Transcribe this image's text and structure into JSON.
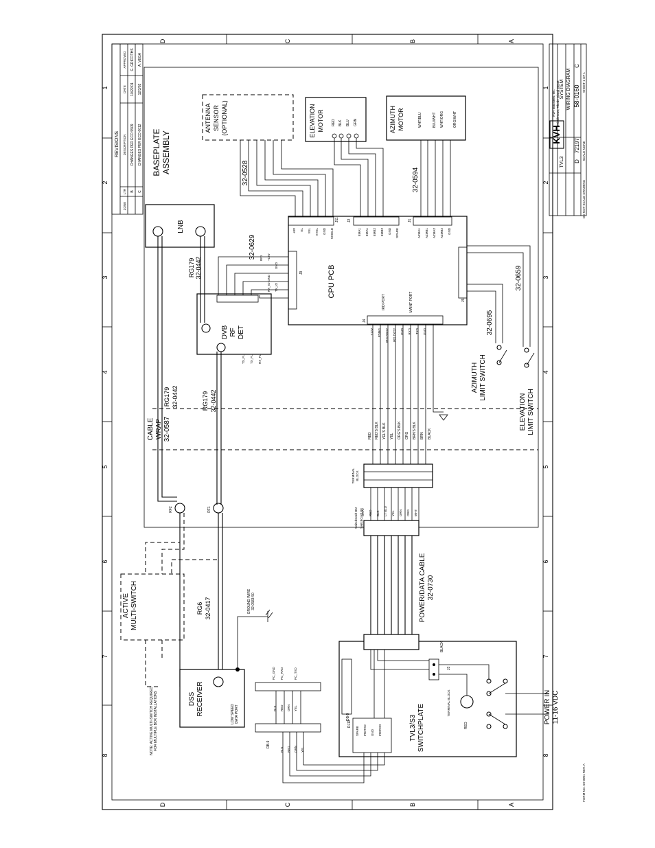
{
  "title_block": {
    "company": "KVH",
    "company_lines": [
      "KVH Industries, Inc.",
      "Middletown, Rhode Island 02842"
    ],
    "product": "TVL3",
    "sheet_title_1": "SYSTEM",
    "sheet_title_2": "WIRING DIAGRAM",
    "size": "D",
    "cage": "72197",
    "drawing_no": "58-0160",
    "rev": "C",
    "scale": "SCALE NONE",
    "sheet": "SHEET 1 OF 1",
    "footer": "DO NOT SCALE DRAWING",
    "form_no": "FORM NO. 50-0001 REV. A"
  },
  "revisions": {
    "header": "REVISIONS",
    "columns": [
      "ZONE",
      "LTR",
      "DESCRIPTION",
      "DATE",
      "APPROVED"
    ],
    "rows": [
      [
        "",
        "B",
        "CHANGES PER ECO 5509",
        "10/22/01",
        "G. GRIFFITHS"
      ],
      [
        "",
        "C",
        "CHANGES PER ECO 6012",
        "12/3/02",
        "A. VEGA"
      ]
    ]
  },
  "grid": {
    "numbers": [
      "1",
      "2",
      "3",
      "4",
      "5",
      "6",
      "7",
      "8"
    ],
    "letters": [
      "D",
      "C",
      "B",
      "A"
    ]
  },
  "labels": {
    "baseplate": [
      "BASEPLATE",
      "ASSEMBLY"
    ],
    "antenna_sensor": [
      "ANTENNA",
      "SENSOR",
      "(OPTIONAL)"
    ],
    "elevation_motor": [
      "ELEVATION",
      "MOTOR"
    ],
    "azimuth_motor": [
      "AZIMUTH",
      "MOTOR"
    ],
    "elev_wires": [
      "RED",
      "BLK",
      "BLU",
      "GRN"
    ],
    "az_wires": [
      "WHT/BLU",
      "BLU/WHT",
      "WHT/ORG",
      "ORG/WHT"
    ],
    "lnb": "LNB",
    "cpu_pcb": "CPU PCB",
    "dvb": [
      "DVB",
      "RF",
      "DET"
    ],
    "cable_wrap": [
      "CABLE",
      "WRAP",
      "32-0587"
    ],
    "rg179_a": [
      "RG179",
      "32-0442"
    ],
    "rg179_b": [
      "RG179",
      "32-0442"
    ],
    "rg179_c": [
      "RG179",
      "32-0442"
    ],
    "rg6": [
      "RG6",
      "32-0417"
    ],
    "ground_wire": [
      "GROUND WIRE",
      "32-0583-50"
    ],
    "multiswitch": [
      "ACTIVE",
      "MULTI-SWITCH"
    ],
    "dss": [
      "DSS",
      "RECEIVER"
    ],
    "low_speed": [
      "LOW SPEED",
      "DATA PORT"
    ],
    "power_cable": [
      "POWER/DATA CABLE",
      "32-0730"
    ],
    "switchplate": [
      "TVL3/S3",
      "SWITCHPLATE"
    ],
    "power_in": [
      "POWER IN",
      "11-16 VDC"
    ],
    "az_limit": [
      "AZIMUTH",
      "LIMIT SWITCH"
    ],
    "el_limit": [
      "ELEVATION",
      "LIMIT SWITCH"
    ],
    "cable_0528": "32-0528",
    "cable_0594": "32-0594",
    "cable_0629": "32-0629",
    "cable_0695": "32-0695",
    "cable_0659": "32-0659",
    "note": [
      "NOTE: ACTIVE MULTI-SWITCH REQUIRED",
      "FOR MULTIPLE BOX INSTALLATIONS"
    ],
    "terminal_block": [
      "TERMINAL",
      "BLOCK"
    ],
    "terminal_block_2": "TERMINAL BLOCK",
    "switchcraft_bm": "SwitchCraft BM",
    "switchcraft_bf": "SwitchCraft BF",
    "iro_port": "IRD PORT",
    "maint_port": "MAINT PORT",
    "rj11": "RJ11",
    "db9": "DB-9",
    "j3": "J3",
    "black": "BLACK",
    "red": "RED",
    "rf1": "RF1",
    "rf2": "RF2",
    "j1": "J1",
    "j2": "J2",
    "j4": "J4",
    "j5": "J5",
    "j9": "J9",
    "j11": "J11"
  },
  "j11_pins": [
    "+8V",
    "EL",
    "YEL",
    "XYEL",
    "GND",
    "SHIELD"
  ],
  "j2_pins": [
    "EMA1",
    "EMA1",
    "EMB2",
    "EMB2",
    "GND",
    "SPARE"
  ],
  "j1_pins": [
    "AZMA1",
    "AZMB1",
    "AZMA2",
    "AZMB2",
    "GND"
  ],
  "j9_pins": [
    "RF1",
    "+12V",
    "GND",
    "GND",
    "TX_IO",
    "RX_IO"
  ],
  "j4_pins": [
    "+12V",
    "FDMG",
    "IRD RXD2",
    "IRD TXD2",
    "GND",
    "RXD",
    "TXD",
    "GND"
  ],
  "cable_colors": [
    "RED",
    "RED'S BLK",
    "YEL'S BLK",
    "YEL",
    "ORG'S BLK",
    "ORG",
    "BRN'S BLK",
    "BRN",
    "BLACK"
  ],
  "bm_colors": [
    "GRAY",
    "RED",
    "BLK",
    "LT BLU",
    "YEL",
    "GRN",
    "ORG",
    "WHT"
  ],
  "rj11_pins": [
    "SPARE",
    "IRDTXD",
    "GND",
    "IRDRXD"
  ],
  "pc_pins": [
    "PC_GND",
    "PC_RXD",
    "PC_TXD"
  ],
  "db9_colors": [
    "BLK",
    "RED",
    "GRN",
    "YEL"
  ],
  "dvb_pins": [
    "TX_FL",
    "TX_FL",
    "RX_FL"
  ]
}
